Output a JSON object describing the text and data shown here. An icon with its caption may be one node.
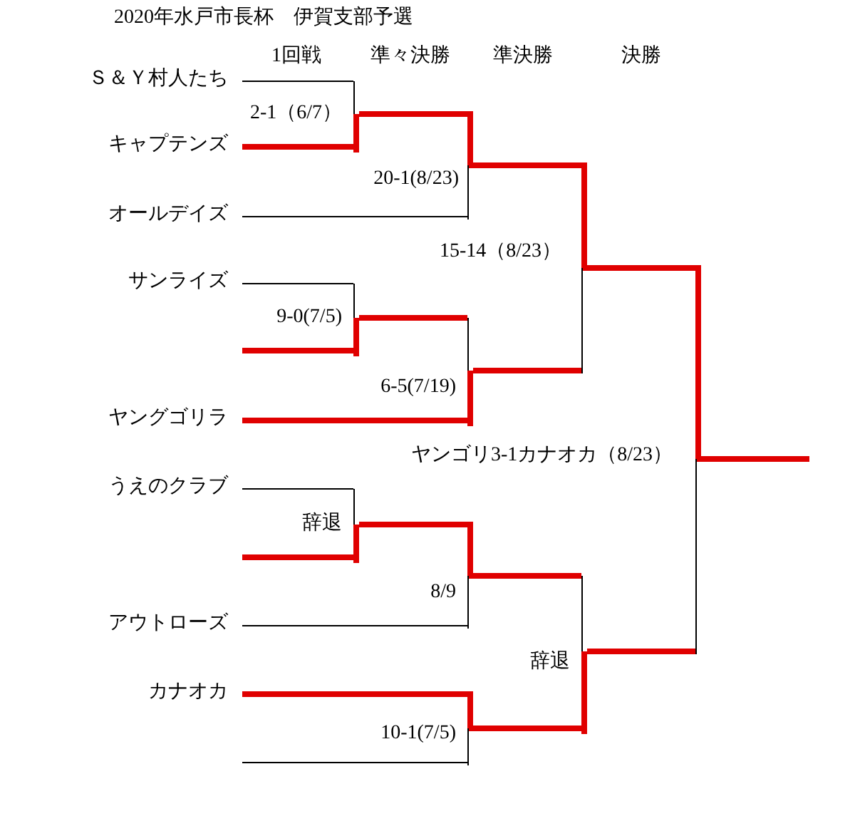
{
  "diagram": {
    "title": "2020年水戸市長杯　伊賀支部予選",
    "nodes": [
      {
        "text": [
          "Ｓ＆Ｙ村人たち"
        ]
      },
      {
        "text": [
          "キャプテンズ"
        ]
      },
      {
        "text": [
          "オールデイズ"
        ]
      },
      {
        "text": [
          "サンライズ"
        ]
      },
      {
        "text": [
          "ヤングゴリラ"
        ]
      },
      {
        "text": [
          "うえのクラブ"
        ]
      },
      {
        "text": [
          "アウトローズ"
        ]
      },
      {
        "text": [
          "カナオカ"
        ]
      },
      {
        "text": [],
        "shape": "bar",
        "beside": [
          "2-1（6/7）"
        ]
      },
      {
        "text": [],
        "shape": "bar",
        "beside": [
          "20-1(8/23)"
        ]
      },
      {
        "text": [],
        "shape": "bar",
        "beside": [
          "9-0(7/5)"
        ]
      },
      {
        "text": [],
        "shape": "bar",
        "beside": [
          "6-5(7/19)"
        ]
      },
      {
        "text": [],
        "shape": "bar",
        "beside": [
          "15-14（8/23）"
        ]
      },
      {
        "text": [],
        "shape": "bar",
        "beside": [
          "辞退"
        ]
      },
      {
        "text": [],
        "shape": "bar",
        "beside": [
          "8/9"
        ]
      },
      {
        "text": [],
        "shape": "bar",
        "beside": [
          "10-1(7/5)"
        ]
      },
      {
        "text": [],
        "shape": "bar",
        "beside": [
          "辞退"
        ]
      },
      {
        "text": [],
        "shape": "bar"
      }
    ],
    "edges": [
      {
        "from": 0,
        "to": 8,
        "arrow": "none",
        "color": "#000000"
      },
      {
        "from": 1,
        "to": 8,
        "arrow": "none"
      },
      {
        "from": 8,
        "to": 9,
        "arrow": "none"
      },
      {
        "from": 2,
        "to": 9,
        "arrow": "none",
        "color": "#000000"
      },
      {
        "from": 3,
        "to": 10,
        "arrow": "none",
        "color": "#000000"
      },
      {
        "from": null,
        "to": 10,
        "arrow": "none"
      },
      {
        "from": 10,
        "to": 11,
        "arrow": "none"
      },
      {
        "from": 4,
        "to": 11,
        "arrow": "none"
      },
      {
        "from": 9,
        "to": 12,
        "arrow": "none"
      },
      {
        "from": 11,
        "to": 12,
        "arrow": "none"
      },
      {
        "from": 5,
        "to": 13,
        "arrow": "none",
        "color": "#000000"
      },
      {
        "from": null,
        "to": 13,
        "arrow": "none"
      },
      {
        "from": 13,
        "to": 14,
        "arrow": "none"
      },
      {
        "from": 6,
        "to": 14,
        "arrow": "none",
        "color": "#000000"
      },
      {
        "from": 7,
        "to": 15,
        "arrow": "none"
      },
      {
        "from": null,
        "to": 15,
        "arrow": "none",
        "color": "#000000"
      },
      {
        "from": 14,
        "to": 16,
        "arrow": "none"
      },
      {
        "from": 15,
        "to": 16,
        "arrow": "none"
      },
      {
        "from": 12,
        "to": 17,
        "arrow": "none"
      },
      {
        "from": 16,
        "to": 17,
        "arrow": "none"
      },
      {
        "from": 17,
        "to": null,
        "arrow": "none"
      }
    ],
    "labels": [
      "1回戦",
      "準々決勝",
      "準決勝",
      "決勝",
      "ヤンゴリ3-1カナオカ（8/23）"
    ]
  }
}
